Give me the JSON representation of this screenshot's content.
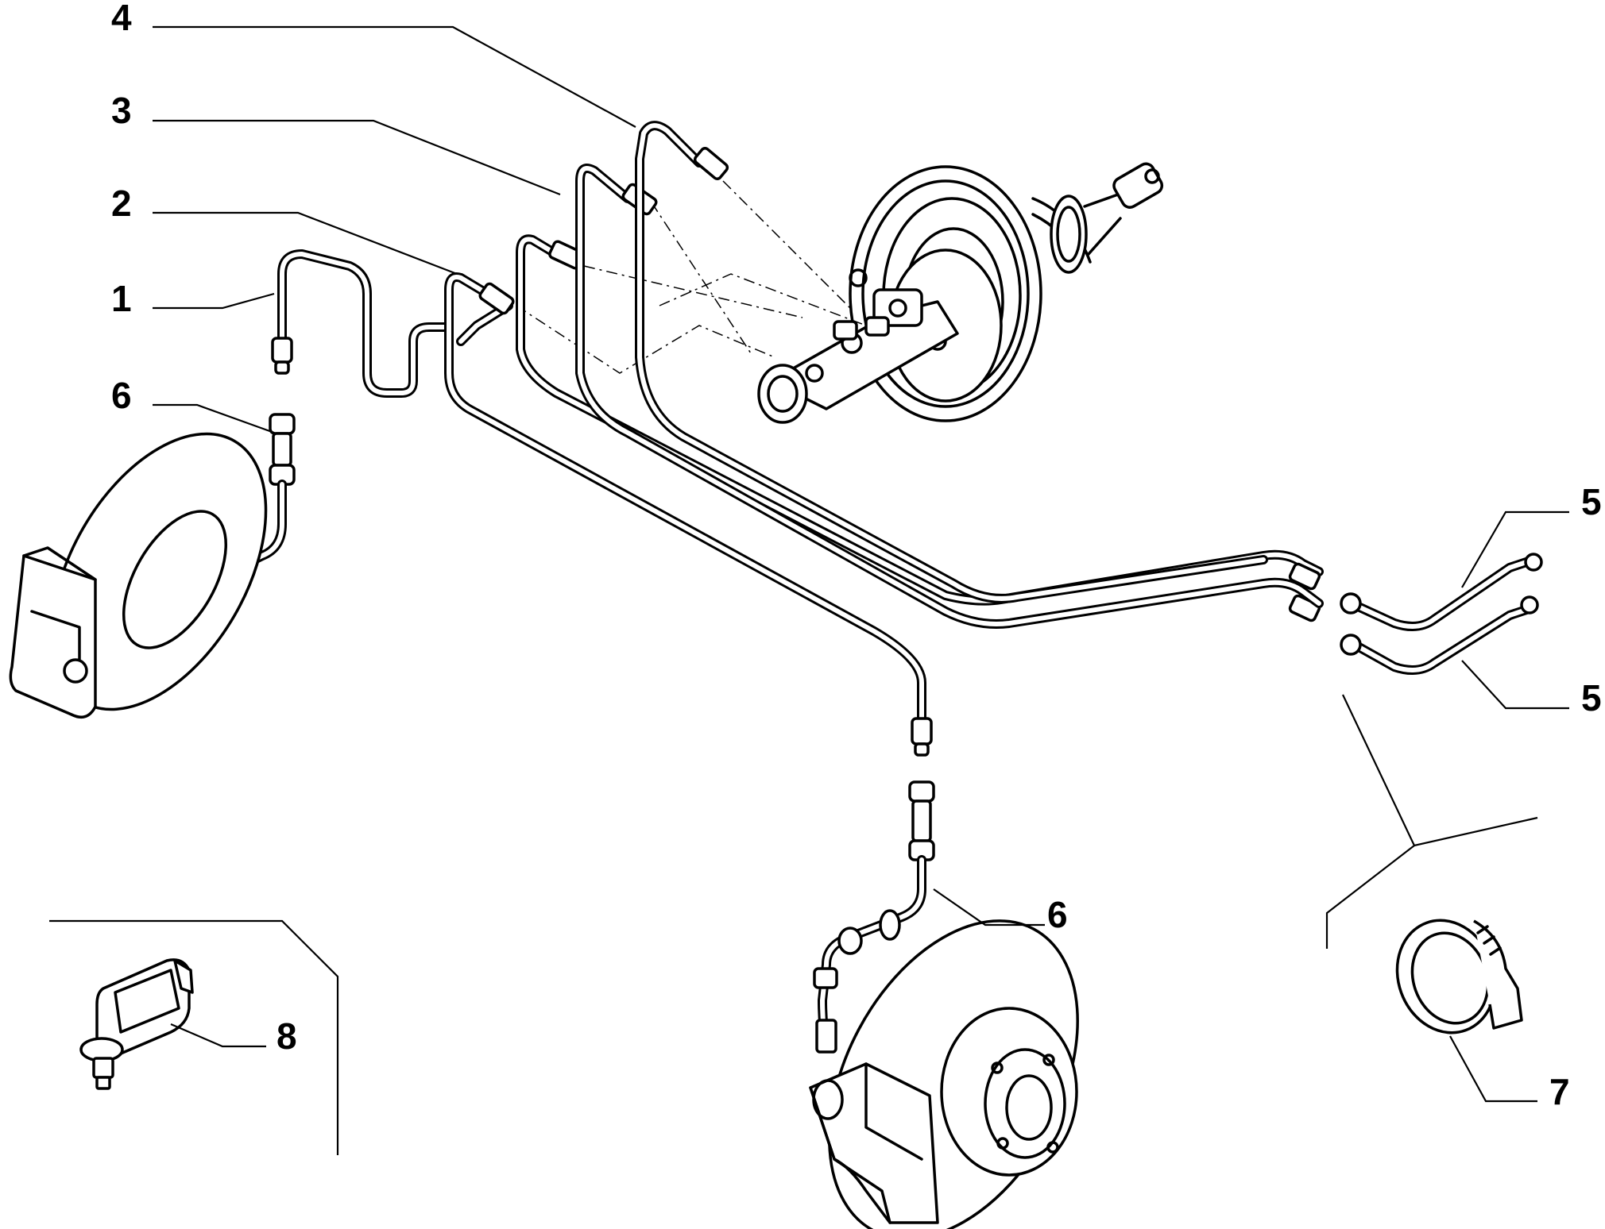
{
  "callouts": [
    {
      "id": "1",
      "label": "1"
    },
    {
      "id": "2",
      "label": "2"
    },
    {
      "id": "3",
      "label": "3"
    },
    {
      "id": "4",
      "label": "4"
    },
    {
      "id": "5a",
      "label": "5"
    },
    {
      "id": "5b",
      "label": "5"
    },
    {
      "id": "6a",
      "label": "6"
    },
    {
      "id": "6b",
      "label": "6"
    },
    {
      "id": "7",
      "label": "7"
    },
    {
      "id": "8",
      "label": "8"
    }
  ],
  "colors": {
    "ink": "#000000",
    "background": "#ffffff"
  }
}
